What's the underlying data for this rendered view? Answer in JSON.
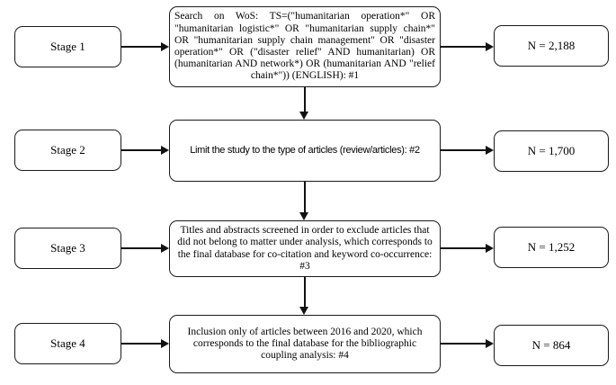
{
  "diagram": {
    "type": "flowchart",
    "colors": {
      "border": "#1a1a1a",
      "background": "#ffffff",
      "text": "#000000",
      "arrow": "#111111"
    },
    "rows": [
      {
        "stage": "Stage 1",
        "description": "Search on WoS: TS=(\"humanitarian operation*\" OR \"humanitarian logistic*\" OR \"humanitarian supply chain*\" OR \"humanitarian supply chain management\" OR \"disaster operation*\" OR (\"disaster relief\" AND humanitarian) OR (humanitarian AND network*) OR (humanitarian AND \"relief chain*\")) (ENGLISH): #1",
        "result": "N = 2,188"
      },
      {
        "stage": "Stage 2",
        "description": "Limit the study to the type of articles (review/articles): #2",
        "result": "N = 1,700"
      },
      {
        "stage": "Stage 3",
        "description": "Titles and abstracts screened in order to exclude articles that did not belong to matter under analysis, which corresponds to the final database for co-citation and keyword co-occurrence: #3",
        "result": "N = 1,252"
      },
      {
        "stage": "Stage 4",
        "description": "Inclusion only of articles between 2016 and 2020, which corresponds to the final database for the bibliographic coupling analysis: #4",
        "result": "N = 864"
      }
    ]
  }
}
